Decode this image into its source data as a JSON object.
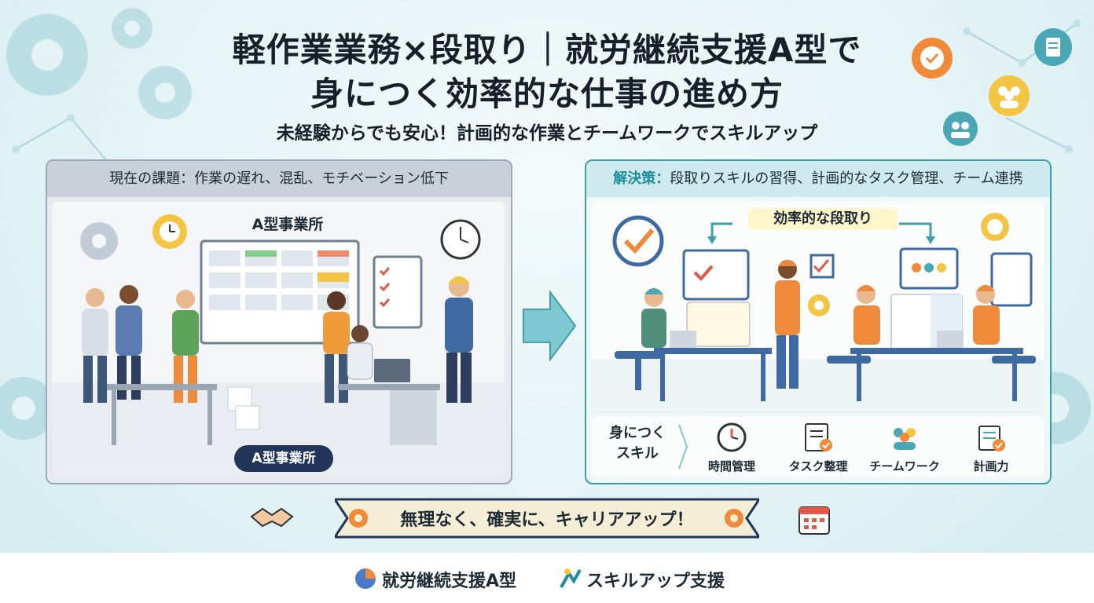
{
  "title": {
    "line1": "軽作業業務×段取り｜就労継続支援A型で",
    "line2": "身につく効率的な仕事の進め方"
  },
  "subtitle": "未経験からでも安心！計画的な作業とチームワークでスキルアップ",
  "left_panel": {
    "heading": "現在の課題：作業の遅れ、混乱、モチベーション低下",
    "board_label": "A型事業所",
    "office_label": "A型事業所"
  },
  "right_panel": {
    "heading_prefix": "解決策：",
    "heading_rest": "段取りスキルの習得、計画的なタスク管理、チーム連携",
    "steps_label": "効率的な段取り",
    "skills_label_line1": "身につく",
    "skills_label_line2": "スキル",
    "skills": [
      {
        "label": "時間管理",
        "icon": "clock-icon"
      },
      {
        "label": "タスク整理",
        "icon": "checklist-icon"
      },
      {
        "label": "チームワーク",
        "icon": "team-icon"
      },
      {
        "label": "計画力",
        "icon": "planner-icon"
      }
    ]
  },
  "banner": "無理なく、確実に、キャリアアップ！",
  "footer": {
    "item1": "就労継続支援A型",
    "item2": "スキルアップ支援"
  },
  "colors": {
    "teal": "#3f9ea8",
    "navy": "#22345a",
    "orange": "#ee8a3a",
    "yellow": "#f4c542"
  }
}
